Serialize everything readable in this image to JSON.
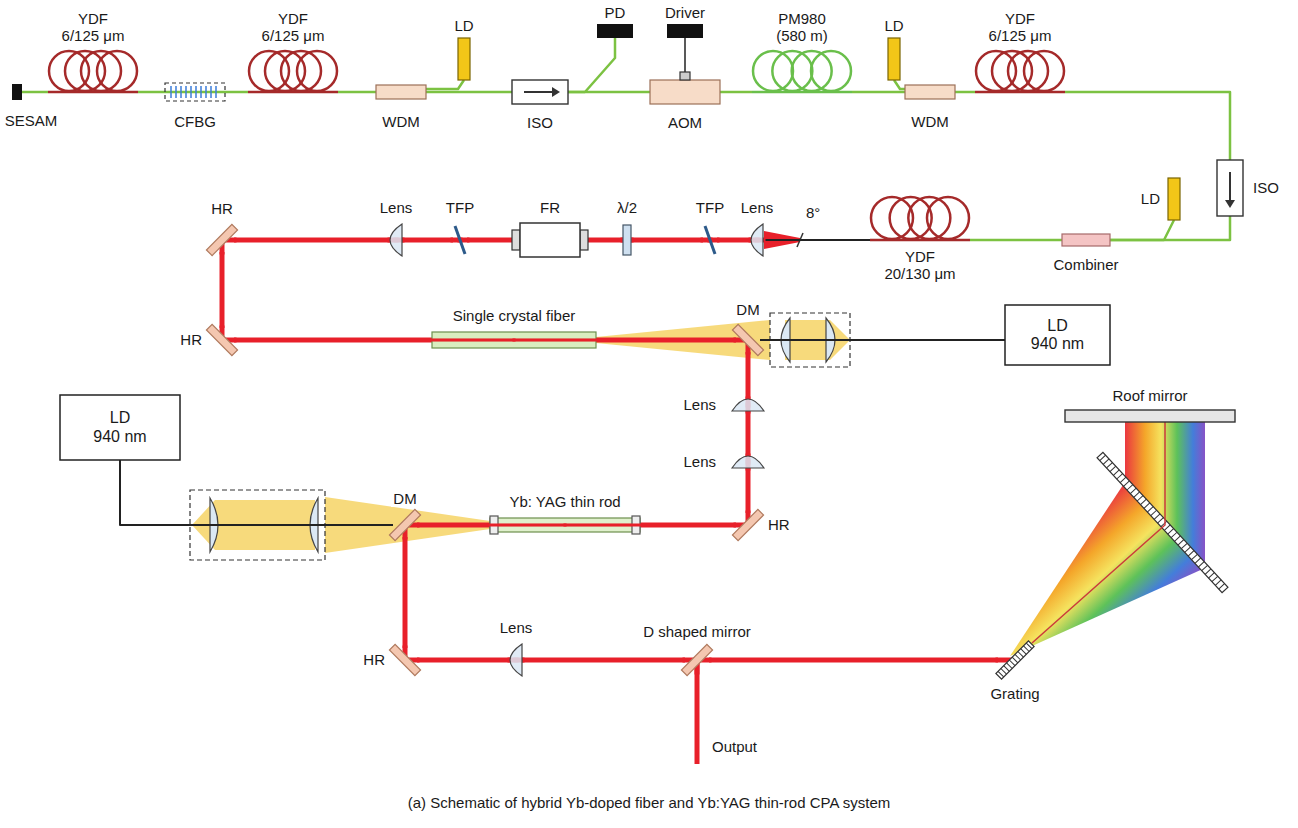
{
  "diagram": {
    "caption": "(a) Schematic of hybrid Yb-doped fiber and Yb:YAG thin-rod CPA system",
    "nodes": [
      {
        "text": [
          "SESAM"
        ]
      },
      {
        "text": [
          "YDF",
          "6/125 μm"
        ]
      },
      {
        "text": [
          "CFBG"
        ]
      },
      {
        "text": [
          "YDF",
          "6/125 μm"
        ]
      },
      {
        "text": [
          "WDM"
        ]
      },
      {
        "text": [
          "LD"
        ]
      },
      {
        "text": [
          "ISO"
        ]
      },
      {
        "text": [
          "PD"
        ]
      },
      {
        "text": [
          "Driver"
        ]
      },
      {
        "text": [
          "AOM"
        ]
      },
      {
        "text": [
          "PM980",
          "(580 m)"
        ]
      },
      {
        "text": [
          "LD"
        ]
      },
      {
        "text": [
          "WDM"
        ]
      },
      {
        "text": [
          "YDF",
          "6/125 μm"
        ]
      },
      {
        "text": [
          "ISO"
        ]
      },
      {
        "text": [
          "LD"
        ]
      },
      {
        "text": [
          "Combiner"
        ]
      },
      {
        "text": [
          "YDF",
          "20/130 μm"
        ]
      },
      {
        "text": [
          "Lens"
        ]
      },
      {
        "text": [
          "TFP"
        ]
      },
      {
        "text": [
          "λ/2"
        ]
      },
      {
        "text": [
          "FR"
        ]
      },
      {
        "text": [
          "TFP"
        ]
      },
      {
        "text": [
          "Lens"
        ]
      },
      {
        "text": [
          "HR"
        ]
      },
      {
        "text": [
          "HR"
        ]
      },
      {
        "text": [
          "Single crystal fiber"
        ]
      },
      {
        "text": [
          "DM"
        ]
      },
      {
        "text": [
          "LD",
          "940 nm"
        ]
      },
      {
        "text": [
          "Lens"
        ]
      },
      {
        "text": [
          "Lens"
        ]
      },
      {
        "text": [
          "HR"
        ]
      },
      {
        "text": [
          "Yb: YAG thin rod"
        ]
      },
      {
        "text": [
          "DM"
        ]
      },
      {
        "text": [
          "LD",
          "940 nm"
        ]
      },
      {
        "text": [
          "HR"
        ]
      },
      {
        "text": [
          "Lens"
        ]
      },
      {
        "text": [
          "D shaped mirror"
        ]
      },
      {
        "text": [
          "Grating"
        ]
      },
      {
        "text": [
          "Roof mirror"
        ]
      }
    ],
    "edges": [
      {
        "from": 0,
        "to": 1,
        "arrow": "none"
      },
      {
        "from": 1,
        "to": 2,
        "arrow": "none"
      },
      {
        "from": 2,
        "to": 3,
        "arrow": "none"
      },
      {
        "from": 3,
        "to": 4,
        "arrow": "none"
      },
      {
        "from": 5,
        "to": 4,
        "arrow": "none"
      },
      {
        "from": 4,
        "to": 6,
        "arrow": "none"
      },
      {
        "from": 6,
        "to": 7,
        "arrow": "none"
      },
      {
        "from": 6,
        "to": 9,
        "arrow": "none"
      },
      {
        "from": 8,
        "to": 9,
        "arrow": "none"
      },
      {
        "from": 9,
        "to": 10,
        "arrow": "none"
      },
      {
        "from": 10,
        "to": 12,
        "arrow": "none"
      },
      {
        "from": 11,
        "to": 12,
        "arrow": "none"
      },
      {
        "from": 12,
        "to": 13,
        "arrow": "none"
      },
      {
        "from": 13,
        "to": 14,
        "arrow": "none"
      },
      {
        "from": 14,
        "to": 16,
        "arrow": "none"
      },
      {
        "from": 15,
        "to": 16,
        "arrow": "none"
      },
      {
        "from": 16,
        "to": 17,
        "arrow": "none"
      },
      {
        "from": 17,
        "to": 18,
        "arrow": "none"
      },
      {
        "from": 18,
        "to": 19,
        "arrow": "none"
      },
      {
        "from": 19,
        "to": 20,
        "arrow": "none"
      },
      {
        "from": 20,
        "to": 21,
        "arrow": "none"
      },
      {
        "from": 21,
        "to": 22,
        "arrow": "none"
      },
      {
        "from": 22,
        "to": 23,
        "arrow": "none"
      },
      {
        "from": 23,
        "to": 24,
        "arrow": "none"
      },
      {
        "from": 24,
        "to": 25,
        "arrow": "none"
      },
      {
        "from": 25,
        "to": 26,
        "arrow": "none"
      },
      {
        "from": 26,
        "to": 27,
        "arrow": "none"
      },
      {
        "from": 28,
        "to": 27,
        "arrow": "none"
      },
      {
        "from": 27,
        "to": 29,
        "arrow": "none"
      },
      {
        "from": 29,
        "to": 30,
        "arrow": "none"
      },
      {
        "from": 30,
        "to": 31,
        "arrow": "none"
      },
      {
        "from": 31,
        "to": 32,
        "arrow": "none"
      },
      {
        "from": 32,
        "to": 33,
        "arrow": "none"
      },
      {
        "from": 34,
        "to": 33,
        "arrow": "none"
      },
      {
        "from": 33,
        "to": 35,
        "arrow": "none"
      },
      {
        "from": 35,
        "to": 36,
        "arrow": "none"
      },
      {
        "from": 36,
        "to": 37,
        "arrow": "none"
      },
      {
        "from": 37,
        "to": 38,
        "arrow": "none"
      },
      {
        "from": 38,
        "to": 39,
        "arrow": "none"
      }
    ],
    "labels": [
      "8°",
      "Output"
    ]
  }
}
